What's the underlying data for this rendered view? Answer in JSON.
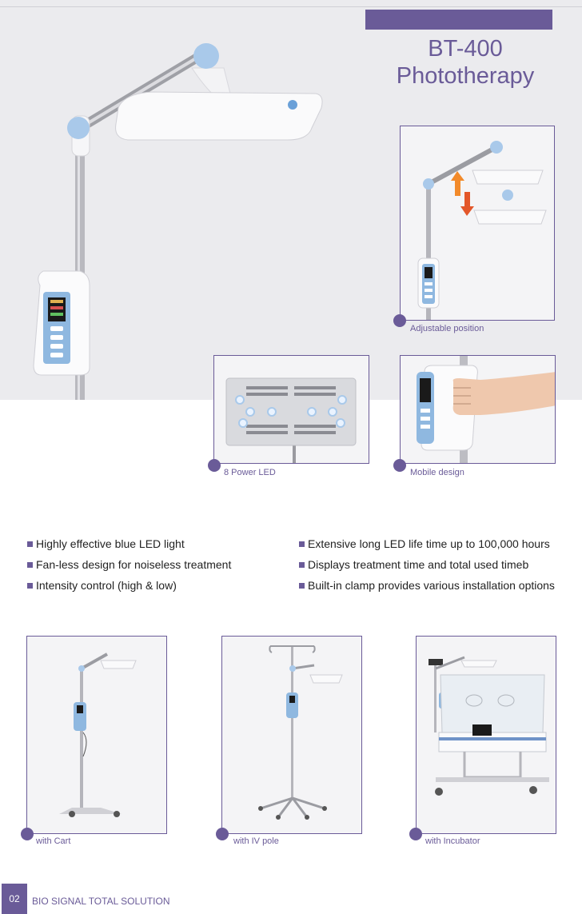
{
  "header": {
    "title_line1": "BT-400",
    "title_line2": "Phototherapy"
  },
  "feature_images": [
    {
      "caption": "Adjustable position"
    },
    {
      "caption": "8 Power LED"
    },
    {
      "caption": "Mobile design"
    }
  ],
  "features": {
    "left": [
      "Highly effective blue LED light",
      "Fan-less design for noiseless treatment",
      "Intensity control (high & low)"
    ],
    "right": [
      "Extensive long LED life time up to 100,000 hours",
      "Displays treatment time and total used timeb",
      "Built-in clamp provides various installation options"
    ]
  },
  "configurations": [
    {
      "caption": "with Cart"
    },
    {
      "caption": "with IV pole"
    },
    {
      "caption": "with Incubator"
    }
  ],
  "footer": {
    "page_number": "02",
    "text": "BIO SIGNAL TOTAL SOLUTION"
  },
  "colors": {
    "accent": "#6a5b98",
    "device_blue": "#a9c9ea",
    "background_band": "#ebebee"
  }
}
